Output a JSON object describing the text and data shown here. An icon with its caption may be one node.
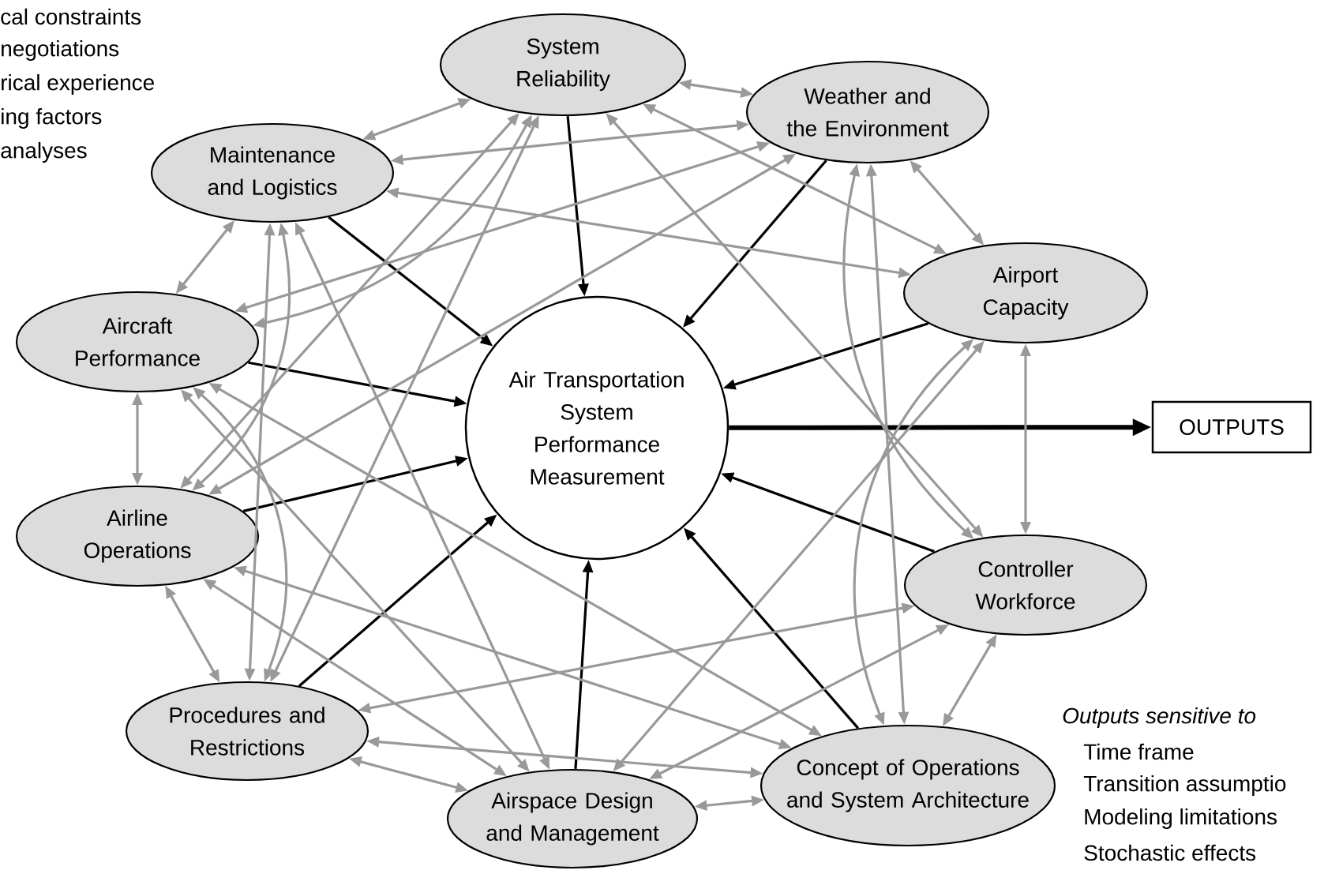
{
  "diagram": {
    "nodes": [
      {
        "text": [
          "System Reliability"
        ]
      },
      {
        "text": [
          "Weather and the Environment"
        ]
      },
      {
        "text": [
          "Maintenance and Logistics"
        ]
      },
      {
        "text": [
          "Airport Capacity"
        ]
      },
      {
        "text": [
          "Aircraft Performance"
        ]
      },
      {
        "text": [
          "Air Transportation System Performance Measurement"
        ]
      },
      {
        "text": [
          "OUTPUTS"
        ]
      },
      {
        "text": [
          "Airline Operations"
        ]
      },
      {
        "text": [
          "Controller Workforce"
        ]
      },
      {
        "text": [
          "Procedures and Restrictions"
        ]
      },
      {
        "text": [
          "Concept of Operations and System Architecture"
        ]
      },
      {
        "text": [
          "Airspace Design and Management"
        ]
      }
    ],
    "edges": [
      {
        "from": 0,
        "to": 5,
        "arrow": "to",
        "color": "#000000"
      },
      {
        "from": 1,
        "to": 5,
        "arrow": "to",
        "color": "#000000"
      },
      {
        "from": 2,
        "to": 5,
        "arrow": "to",
        "color": "#000000"
      },
      {
        "from": 3,
        "to": 5,
        "arrow": "to",
        "color": "#000000"
      },
      {
        "from": 4,
        "to": 5,
        "arrow": "to",
        "color": "#000000"
      },
      {
        "from": 7,
        "to": 5,
        "arrow": "to",
        "color": "#000000"
      },
      {
        "from": 8,
        "to": 5,
        "arrow": "to",
        "color": "#000000"
      },
      {
        "from": 9,
        "to": 5,
        "arrow": "to",
        "color": "#000000"
      },
      {
        "from": 10,
        "to": 5,
        "arrow": "to",
        "color": "#000000"
      },
      {
        "from": 11,
        "to": 5,
        "arrow": "to",
        "color": "#000000"
      },
      {
        "from": 5,
        "to": 6,
        "arrow": "to",
        "style": "thick",
        "color": "#000000"
      },
      {
        "from": 0,
        "to": 1,
        "arrow": "both"
      },
      {
        "from": 0,
        "to": 2,
        "arrow": "both"
      },
      {
        "from": 0,
        "to": 3,
        "arrow": "both"
      },
      {
        "from": 0,
        "to": 4,
        "arrow": "both"
      },
      {
        "from": 0,
        "to": 7,
        "arrow": "both"
      },
      {
        "from": 0,
        "to": 8,
        "arrow": "both"
      },
      {
        "from": 0,
        "to": 9,
        "arrow": "both"
      },
      {
        "from": 1,
        "to": 2,
        "arrow": "both"
      },
      {
        "from": 1,
        "to": 3,
        "arrow": "both"
      },
      {
        "from": 1,
        "to": 4,
        "arrow": "both"
      },
      {
        "from": 1,
        "to": 7,
        "arrow": "both"
      },
      {
        "from": 1,
        "to": 8,
        "arrow": "both"
      },
      {
        "from": 1,
        "to": 10,
        "arrow": "both"
      },
      {
        "from": 2,
        "to": 3,
        "arrow": "both"
      },
      {
        "from": 2,
        "to": 4,
        "arrow": "both"
      },
      {
        "from": 2,
        "to": 7,
        "arrow": "both"
      },
      {
        "from": 2,
        "to": 9,
        "arrow": "both"
      },
      {
        "from": 2,
        "to": 11,
        "arrow": "both"
      },
      {
        "from": 3,
        "to": 8,
        "arrow": "both"
      },
      {
        "from": 3,
        "to": 10,
        "arrow": "both"
      },
      {
        "from": 3,
        "to": 11,
        "arrow": "both"
      },
      {
        "from": 4,
        "to": 7,
        "arrow": "both"
      },
      {
        "from": 4,
        "to": 9,
        "arrow": "both"
      },
      {
        "from": 4,
        "to": 10,
        "arrow": "both"
      },
      {
        "from": 4,
        "to": 11,
        "arrow": "both"
      },
      {
        "from": 7,
        "to": 9,
        "arrow": "both"
      },
      {
        "from": 7,
        "to": 10,
        "arrow": "both"
      },
      {
        "from": 7,
        "to": 11,
        "arrow": "both"
      },
      {
        "from": 8,
        "to": 9,
        "arrow": "both"
      },
      {
        "from": 8,
        "to": 10,
        "arrow": "both"
      },
      {
        "from": 8,
        "to": 11,
        "arrow": "both"
      },
      {
        "from": 9,
        "to": 10,
        "arrow": "both"
      },
      {
        "from": 9,
        "to": 11,
        "arrow": "both"
      },
      {
        "from": 10,
        "to": 11,
        "arrow": "both"
      }
    ],
    "labels": [
      "cal constraints",
      "negotiations",
      "rical experience",
      "ing factors",
      "analyses",
      "Outputs sensitive to",
      "Time frame",
      "Transition assumptio",
      "Modeling limitations",
      "Stochastic effects"
    ]
  }
}
